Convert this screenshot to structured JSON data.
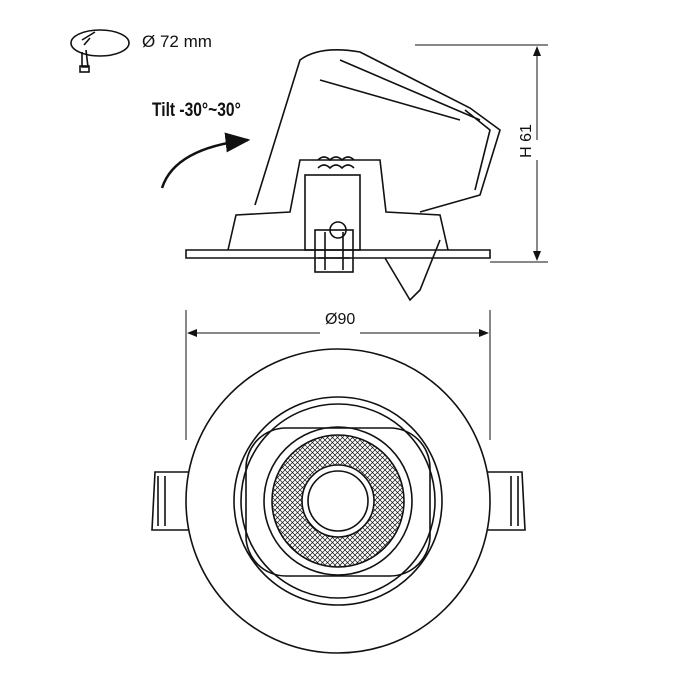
{
  "cutout": {
    "label": "Ø 72 mm",
    "icon": "cutout-hole-icon"
  },
  "tilt": {
    "label": "Tilt -30°~30°"
  },
  "dimensions": {
    "height_label": "H 61",
    "diameter_label": "Ø90"
  },
  "colors": {
    "line": "#111111",
    "background": "#ffffff"
  }
}
